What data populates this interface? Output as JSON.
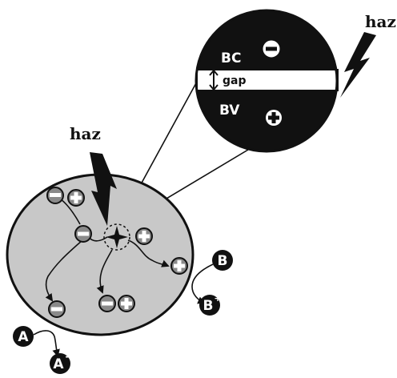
{
  "labels": {
    "haz_top": "haz",
    "haz_mid": "haz",
    "bc": "BC",
    "bv": "BV",
    "gap": "gap"
  },
  "species": {
    "a": "A",
    "a_ion": "A",
    "a_charge": "-",
    "b": "B",
    "b_ion": "B",
    "b_charge": "+"
  },
  "symbols": {
    "minus": "−",
    "plus": "+"
  },
  "colors": {
    "particle_fill": "#c8c8c8",
    "charge_fill": "#8a8a8a",
    "band_fill": "#111111"
  }
}
